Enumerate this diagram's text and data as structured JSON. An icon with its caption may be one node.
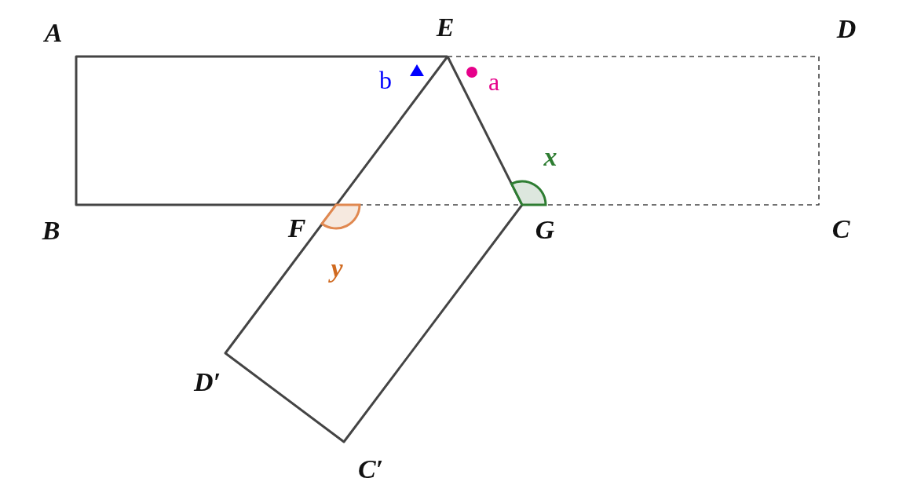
{
  "diagram": {
    "labels": [
      "A",
      "E",
      "D",
      "b",
      "a",
      "x",
      "B",
      "F",
      "G",
      "C",
      "y",
      "D′",
      "C′"
    ]
  }
}
